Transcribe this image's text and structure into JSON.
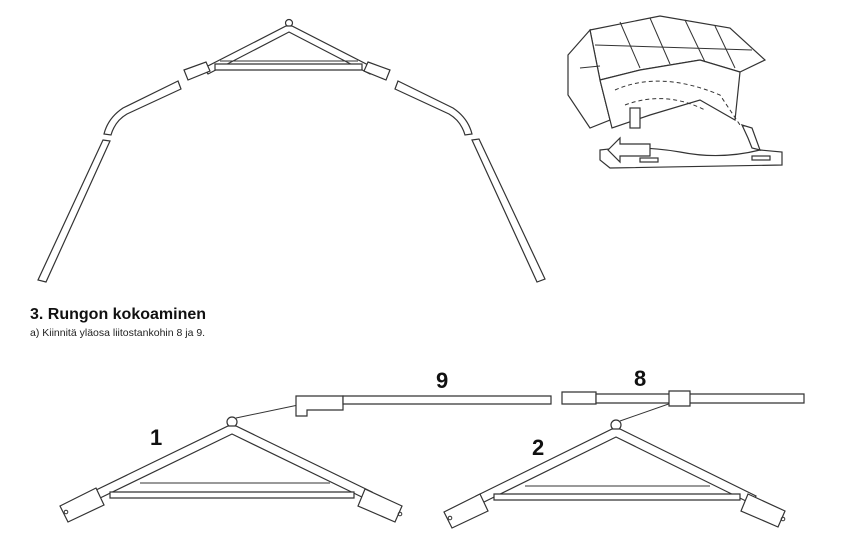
{
  "section": {
    "title": "3. Rungon kokoaminen",
    "instruction": "a) Kiinnitä yläosa liitostankohin 8 ja 9."
  },
  "part_labels": {
    "left_frame": "1",
    "right_frame": "2",
    "left_rod": "9",
    "right_rod": "8"
  }
}
